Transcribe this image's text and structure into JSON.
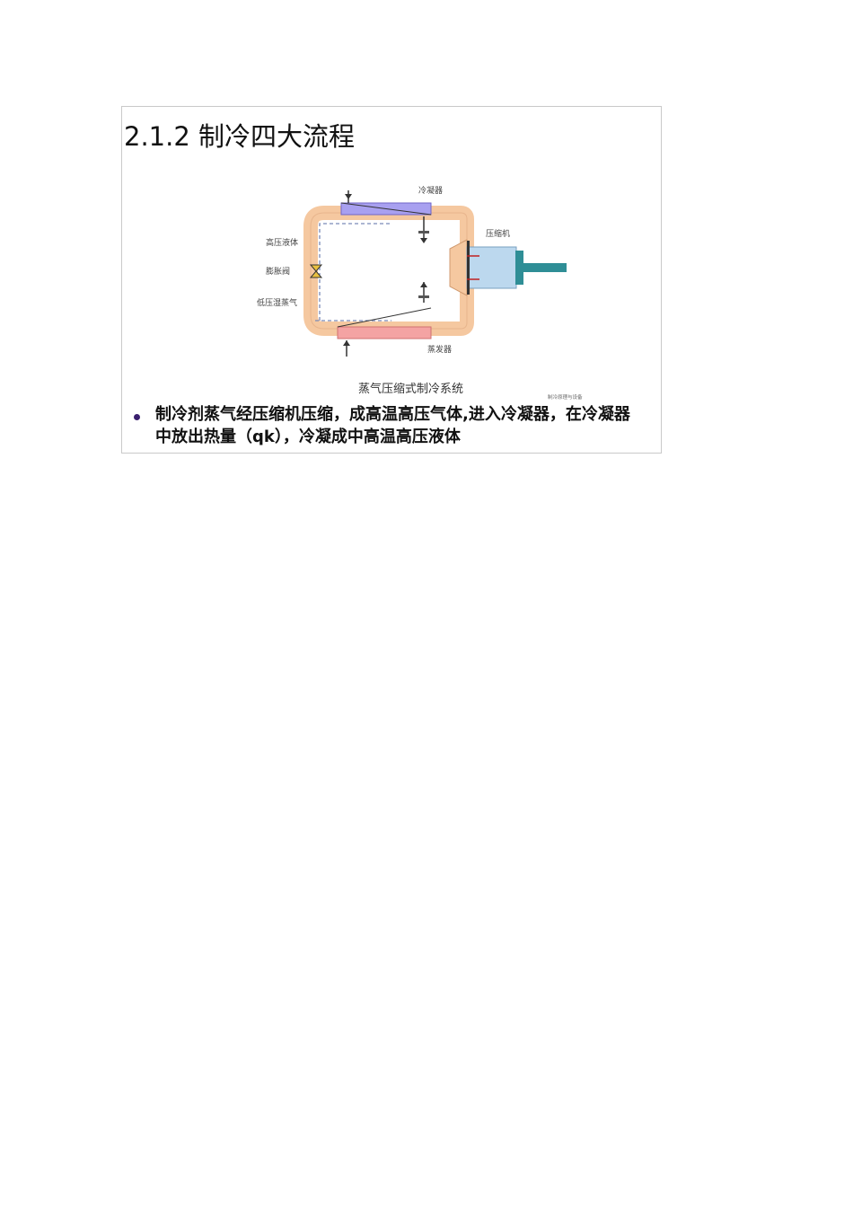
{
  "slide": {
    "title": "2.1.2  制冷四大流程",
    "diagram": {
      "labels": {
        "condenser": "冷凝器",
        "compressor": "压缩机",
        "high_pressure_liquid": "高压液体",
        "expansion_valve": "膨胀阀",
        "low_pressure_wet_vapor": "低压湿蒸气",
        "evaporator": "蒸发器"
      },
      "caption": "蒸气压缩式制冷系统",
      "source": "制冷原理与设备"
    },
    "bullet": "制冷剂蒸气经压缩机压缩，成高温高压气体,进入冷凝器，在冷凝器中放出热量（qk），冷凝成中高温高压液体"
  },
  "colors": {
    "pipe": "#f5c8a0",
    "condenser": "#a8a0f0",
    "evaporator": "#f4a3a3",
    "compressor": "#bcd8ee",
    "piston_rod": "#2f8e96"
  }
}
